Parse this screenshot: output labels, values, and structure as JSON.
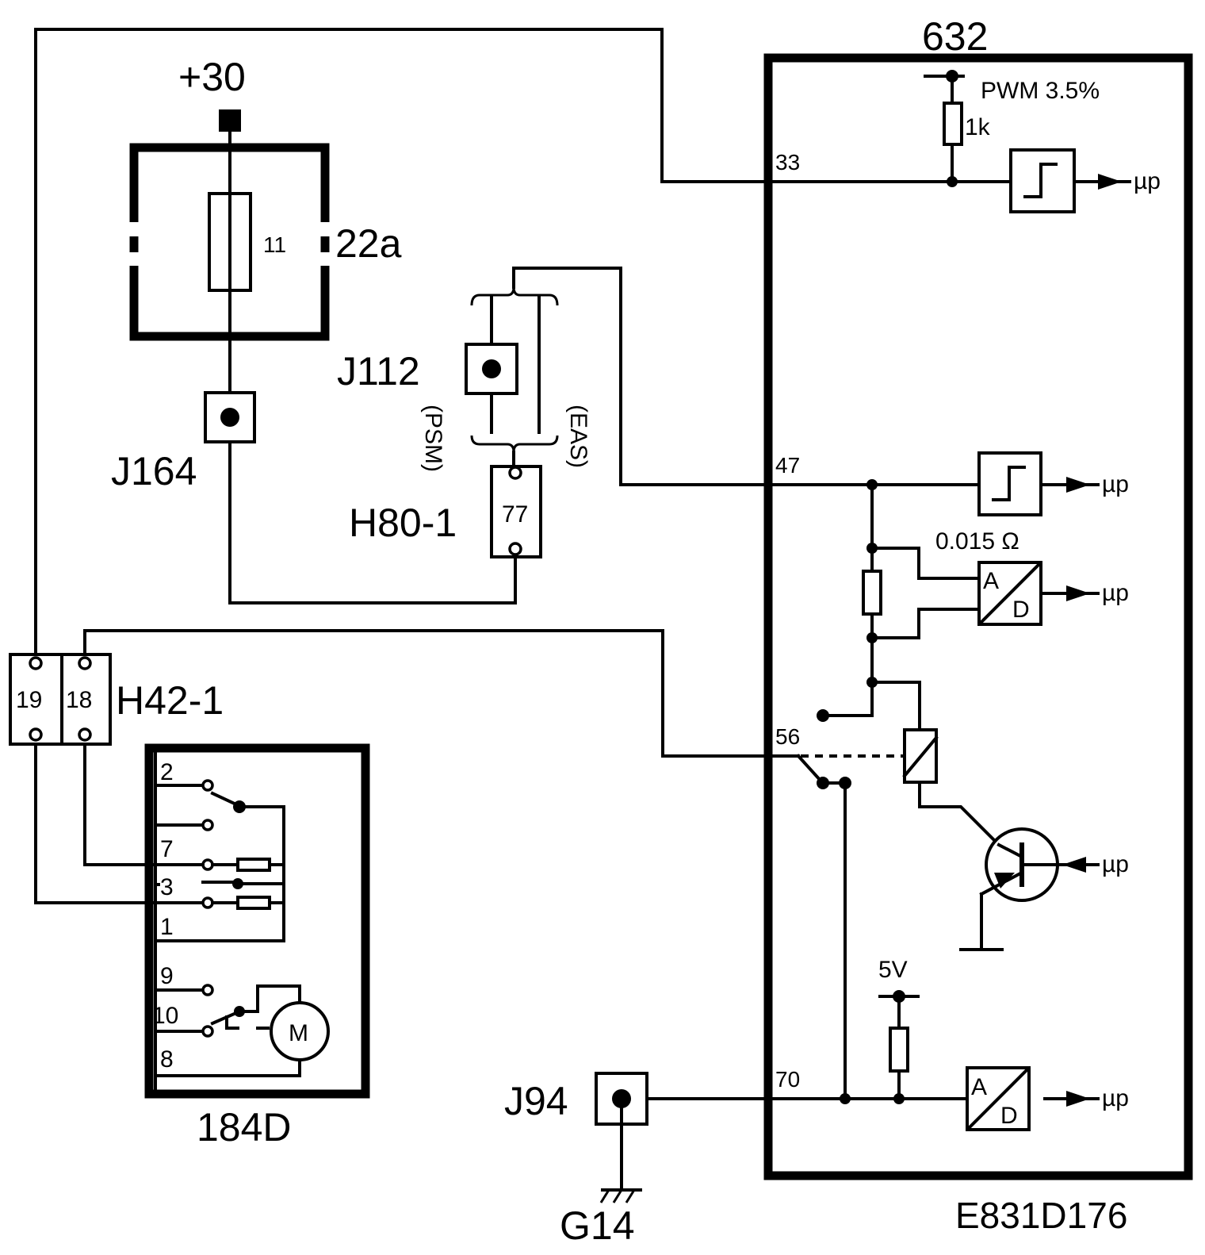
{
  "labels": {
    "supply": "+30",
    "ecu_id": "632",
    "pwm": "PWM 3.5%",
    "r1k": "1k",
    "fuse_num": "11",
    "fuse_box": "22a",
    "j112": "J112",
    "psm": "(PSM)",
    "eas": "(EAS)",
    "j164": "J164",
    "h80": "H80-1",
    "h80_pin": "77",
    "h42": "H42-1",
    "h42_pin19": "19",
    "h42_pin18": "18",
    "motor_box": "184D",
    "motor": "M",
    "j94": "J94",
    "ground": "G14",
    "figure_id": "E831D176",
    "shunt": "0.015 Ω",
    "v5": "5V",
    "ad_a": "A",
    "ad_d": "D",
    "up": "µp"
  },
  "ecu_pins": [
    "33",
    "47",
    "56",
    "70"
  ],
  "switch_pins": [
    "2",
    "7",
    "3",
    "1",
    "9",
    "10",
    "8"
  ]
}
